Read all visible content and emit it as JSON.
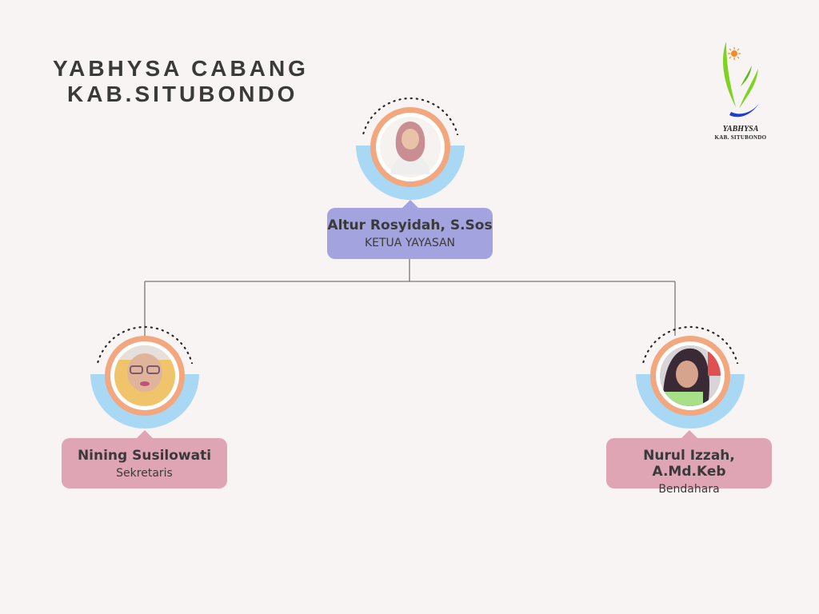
{
  "title": {
    "line1": "YABHYSA CABANG",
    "line2": "KAB.SITUBONDO"
  },
  "logo": {
    "name": "YABHYSA",
    "subtitle": "KAB. SITUBONDO",
    "colors": {
      "green": "#7ed321",
      "blue": "#1e3ccf",
      "orange": "#f28c28"
    }
  },
  "colors": {
    "background": "#f8f4f3",
    "ring_orange": "#f2a77e",
    "ring_blue": "#a8d8f3",
    "card_chair": "#a3a3e0",
    "card_member": "#e0a5b5",
    "connector": "#777777"
  },
  "org": {
    "chair": {
      "name": "Altur Rosyidah, S.Sos",
      "role": "KETUA YAYASAN",
      "photo": "portrait-hijab-pink"
    },
    "secretary": {
      "name": "Nining Susilowati",
      "role": "Sekretaris",
      "photo": "portrait-glasses-yellow-scarf"
    },
    "treasurer": {
      "name": "Nurul Izzah, A.Md.Keb",
      "role": "Bendahara",
      "photo": "portrait-dark-hijab"
    }
  }
}
